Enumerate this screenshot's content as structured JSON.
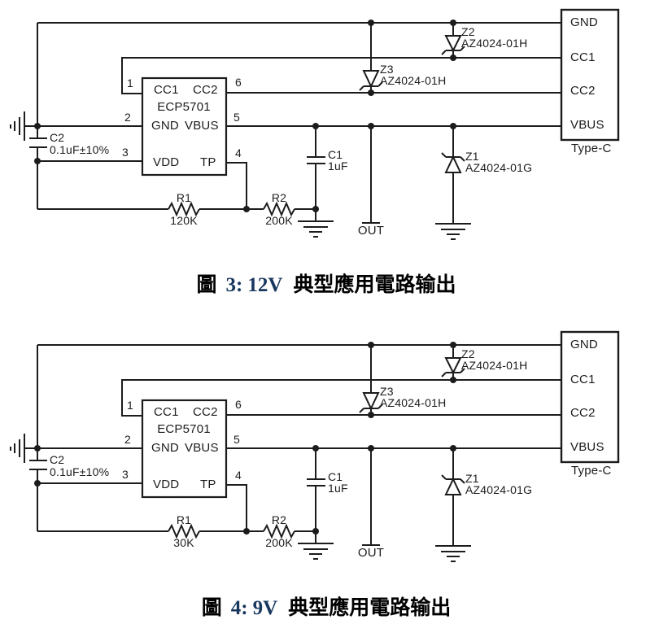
{
  "colors": {
    "line": "#1c1c1c",
    "caption_accent": "#17375e"
  },
  "circuits": [
    {
      "caption": {
        "fig_label": "圖",
        "fig_no": "3:",
        "voltage": "12V",
        "title": "典型應用電路输出"
      },
      "ic": {
        "pin1": "1",
        "pin2": "2",
        "pin3": "3",
        "pin4": "4",
        "pin5": "5",
        "pin6": "6",
        "cc1": "CC1",
        "cc2": "CC2",
        "name": "ECP5701",
        "gnd": "GND",
        "vbus": "VBUS",
        "vdd": "VDD",
        "tp": "TP"
      },
      "c2": {
        "ref": "C2",
        "value": "0.1uF±10%"
      },
      "c1": {
        "ref": "C1",
        "value": "1uF"
      },
      "r1": {
        "ref": "R1",
        "value": "120K"
      },
      "r2": {
        "ref": "R2",
        "value": "200K"
      },
      "z1": {
        "ref": "Z1",
        "value": "AZ4024-01G"
      },
      "z2": {
        "ref": "Z2",
        "value": "AZ4024-01H"
      },
      "z3": {
        "ref": "Z3",
        "value": "AZ4024-01H"
      },
      "out": "OUT",
      "connector": {
        "gnd": "GND",
        "cc1": "CC1",
        "cc2": "CC2",
        "vbus": "VBUS",
        "label": "Type-C"
      }
    },
    {
      "caption": {
        "fig_label": "圖",
        "fig_no": "4:",
        "voltage": "9V",
        "title": "典型應用電路输出"
      },
      "ic": {
        "pin1": "1",
        "pin2": "2",
        "pin3": "3",
        "pin4": "4",
        "pin5": "5",
        "pin6": "6",
        "cc1": "CC1",
        "cc2": "CC2",
        "name": "ECP5701",
        "gnd": "GND",
        "vbus": "VBUS",
        "vdd": "VDD",
        "tp": "TP"
      },
      "c2": {
        "ref": "C2",
        "value": "0.1uF±10%"
      },
      "c1": {
        "ref": "C1",
        "value": "1uF"
      },
      "r1": {
        "ref": "R1",
        "value": "30K"
      },
      "r2": {
        "ref": "R2",
        "value": "200K"
      },
      "z1": {
        "ref": "Z1",
        "value": "AZ4024-01G"
      },
      "z2": {
        "ref": "Z2",
        "value": "AZ4024-01H"
      },
      "z3": {
        "ref": "Z3",
        "value": "AZ4024-01H"
      },
      "out": "OUT",
      "connector": {
        "gnd": "GND",
        "cc1": "CC1",
        "cc2": "CC2",
        "vbus": "VBUS",
        "label": "Type-C"
      }
    }
  ]
}
